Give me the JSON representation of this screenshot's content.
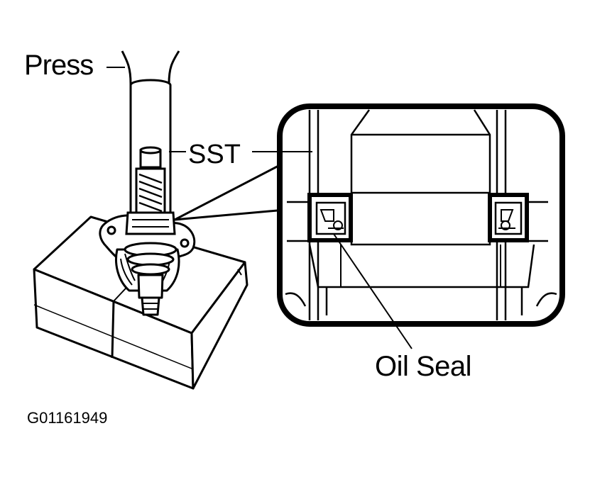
{
  "diagram": {
    "labels": {
      "press": "Press",
      "sst": "SST",
      "oil_seal": "Oil Seal"
    },
    "figure_id": "G01161949"
  }
}
